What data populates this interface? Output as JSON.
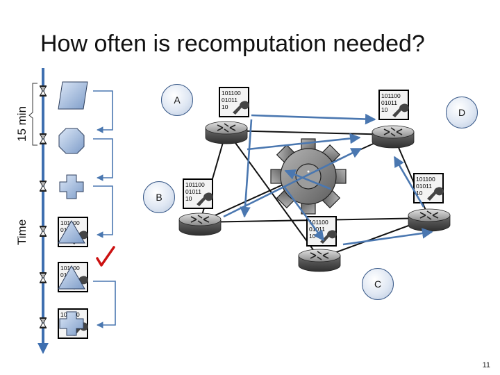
{
  "slide": {
    "title": "How often is recomputation needed?",
    "interval_label": "15 min",
    "time_label": "Time",
    "page_number": "11"
  },
  "routers": [
    {
      "label": "A"
    },
    {
      "label": "D"
    },
    {
      "label": "B"
    },
    {
      "label": "C"
    }
  ],
  "binary_text": [
    "101100",
    "01011",
    "10"
  ],
  "colors": {
    "arrow": "#4a77b0",
    "timeline": "#3e6fb0",
    "check": "#cc1111"
  }
}
